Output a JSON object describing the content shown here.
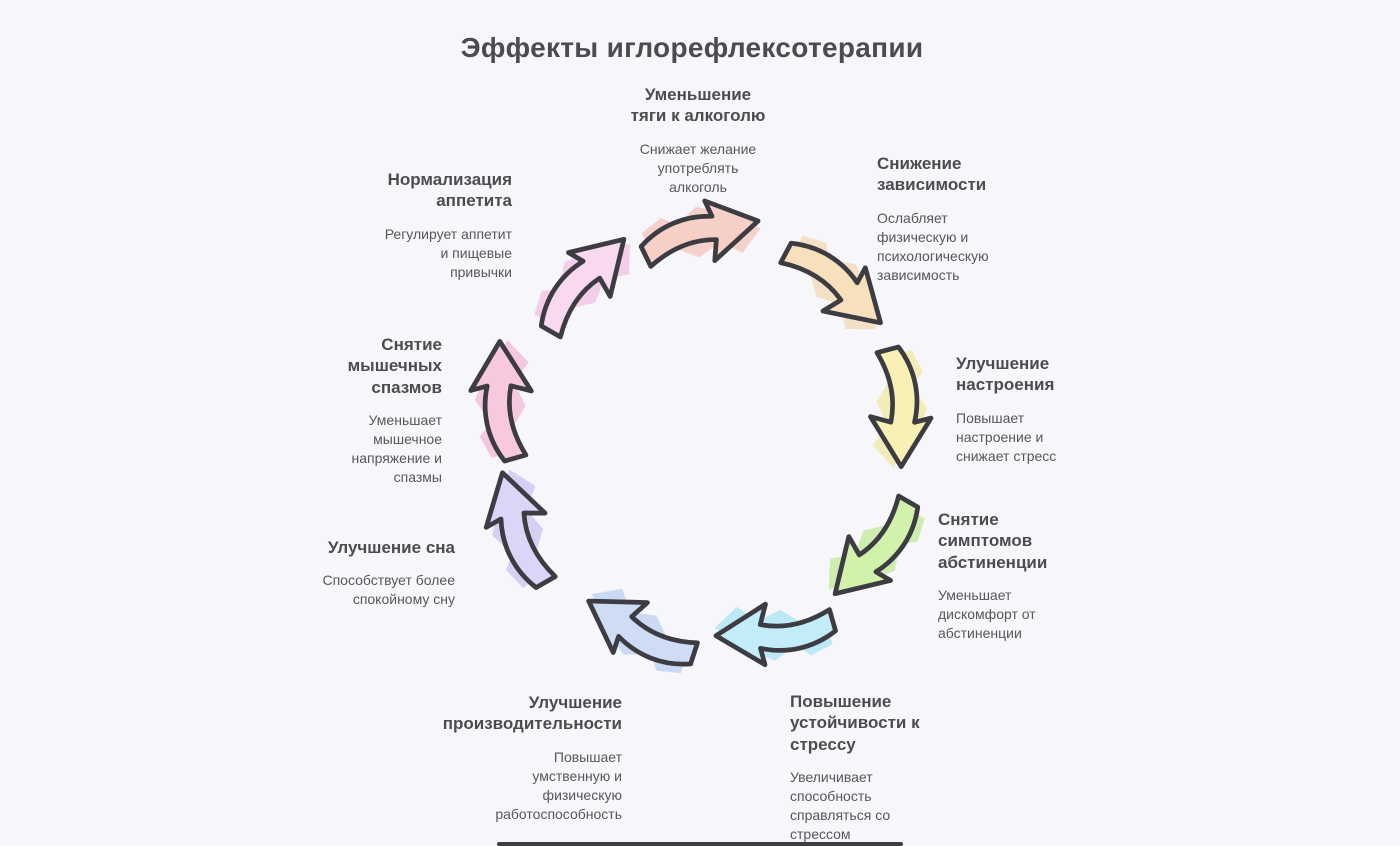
{
  "page": {
    "title": "Эффекты иглорефлексотерапии"
  },
  "diagram": {
    "type": "cycle",
    "direction": "clockwise",
    "nodes": [
      {
        "position": "top",
        "title": "Уменьшение\nтяги к алкоголю",
        "description": "Снижает желание\nупотреблять\nалкоголь"
      },
      {
        "position": "top-right",
        "title": "Снижение\nзависимости",
        "description": "Ослабляет\nфизическую и\nпсихологическую\nзависимость"
      },
      {
        "position": "right",
        "title": "Улучшение\nнастроения",
        "description": "Повышает\nнастроение и\nснижает стресс"
      },
      {
        "position": "lower-right",
        "title": "Снятие\nсимптомов\nабстиненции",
        "description": "Уменьшает\nдискомфорт от\nабстиненции"
      },
      {
        "position": "bottom-right",
        "title": "Повышение\nустойчивости к\nстрессу",
        "description": "Увеличивает\nспособность\nсправляться со\nстрессом"
      },
      {
        "position": "bottom-left",
        "title": "Улучшение\nпроизводительности",
        "description": "Повышает\nумственную и\nфизическую\nработоспособность"
      },
      {
        "position": "lower-left",
        "title": "Улучшение сна",
        "description": "Способствует более\nспокойному сну"
      },
      {
        "position": "left",
        "title": "Снятие\nмышечных\nспазмов",
        "description": "Уменьшает\nмышечное\nнапряжение и\nспазмы"
      },
      {
        "position": "top-left",
        "title": "Нормализация\nаппетита",
        "description": "Регулирует аппетит\nи пищевые\nпривычки"
      }
    ],
    "arrows": [
      {
        "from": 1,
        "to": 2,
        "fill": "#f6cfc6",
        "highlight": "#f4b2a6"
      },
      {
        "from": 2,
        "to": 3,
        "fill": "#f8e0bc",
        "highlight": "#f2cd97"
      },
      {
        "from": 3,
        "to": 4,
        "fill": "#f9f0b5",
        "highlight": "#f1e282"
      },
      {
        "from": 4,
        "to": 5,
        "fill": "#d2f1ab",
        "highlight": "#ace873"
      },
      {
        "from": 5,
        "to": 6,
        "fill": "#c2ecf8",
        "highlight": "#8edff4"
      },
      {
        "from": 6,
        "to": 7,
        "fill": "#cfdcf5",
        "highlight": "#a8c2ee"
      },
      {
        "from": 7,
        "to": 8,
        "fill": "#dcd5f7",
        "highlight": "#beb1f0"
      },
      {
        "from": 8,
        "to": 9,
        "fill": "#f8c8de",
        "highlight": "#f3a2c9"
      },
      {
        "from": 9,
        "to": 1,
        "fill": "#f8d9ef",
        "highlight": "#f0addd"
      }
    ],
    "colors": {
      "background": "#f7f6fa",
      "heading_text": "#4b4b53",
      "body_text": "#56565e",
      "arrow_outline": "#3c3c42",
      "bottom_bar": "#3d3d43"
    }
  }
}
